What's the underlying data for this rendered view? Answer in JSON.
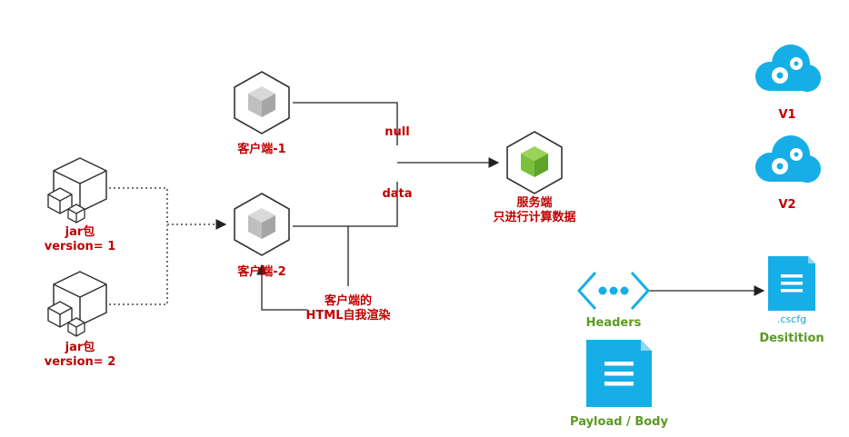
{
  "colors": {
    "label_red": "#c00000",
    "label_green": "#5b9a22",
    "accent_blue": "#16aee6",
    "server_green": "#7cc13d",
    "line": "#222222",
    "cube_gray": "#bfbfbf"
  },
  "nodes": {
    "client1": {
      "label": "客户端-1",
      "icon": "cube-icon"
    },
    "client2": {
      "label": "客户端-2",
      "icon": "cube-icon"
    },
    "server": {
      "line1": "服务端",
      "line2": "只进行计算数据",
      "icon": "cube-icon"
    },
    "jar1": {
      "line1": "jar包",
      "line2": "version= 1",
      "icon": "cubes-icon"
    },
    "jar2": {
      "line1": "jar包",
      "line2": "version= 2",
      "icon": "cubes-icon"
    },
    "render": {
      "line1": "客户端的",
      "line2": "HTML自我渲染"
    },
    "v1": {
      "label": "V1",
      "icon": "cloud-gear-icon"
    },
    "v2": {
      "label": "V2",
      "icon": "cloud-gear-icon"
    },
    "headers": {
      "label": "Headers",
      "icon": "chevron-dots-icon"
    },
    "cscfg": {
      "ext": ".cscfg",
      "label": "Desitition",
      "icon": "document-icon"
    },
    "payload": {
      "label": "Payload / Body",
      "icon": "document-icon"
    }
  },
  "edges": {
    "null_label": "null",
    "data_label": "data"
  }
}
